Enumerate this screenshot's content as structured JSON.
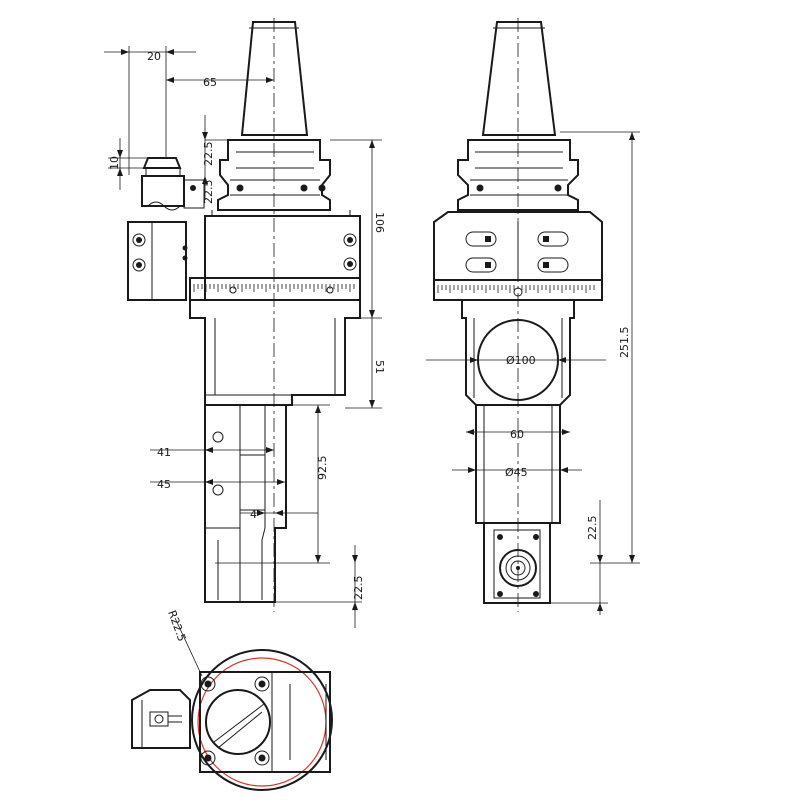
{
  "drawing": {
    "dimensions": {
      "side_top_20": "20",
      "side_65": "65",
      "side_22_5_top": "22.5",
      "side_10": "10",
      "side_22_5_mid": "22.5",
      "side_106": "106",
      "side_51": "51",
      "side_41": "41",
      "side_45": "45",
      "side_4": "4",
      "side_92_5": "92.5",
      "side_22_5_bottom": "22.5",
      "front_251_5": "251.5",
      "front_dia_100": "Ø100",
      "front_60": "60",
      "front_dia_45": "Ø45",
      "front_22_5": "22.5",
      "bottom_r22_5": "R22.5"
    },
    "colors": {
      "line": "#1a1a1a",
      "highlight_circle": "#d9342b",
      "background": "#ffffff"
    }
  }
}
